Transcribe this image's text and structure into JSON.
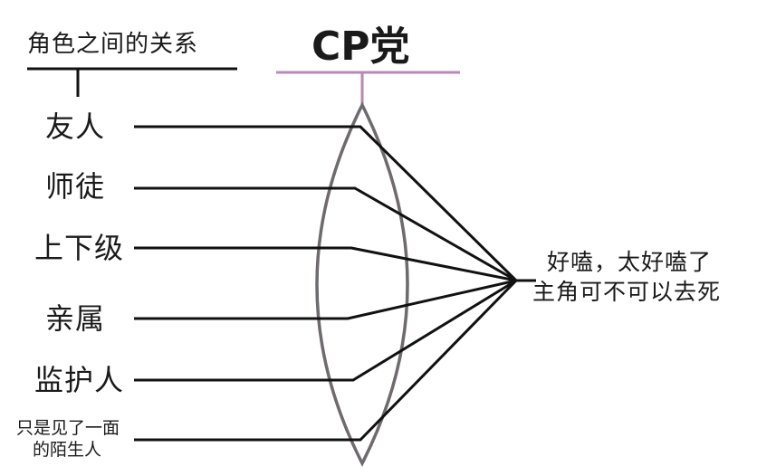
{
  "header": {
    "left_title": "角色之间的关系",
    "center_title": "CP党"
  },
  "relations": [
    {
      "id": "friends",
      "label": "友人"
    },
    {
      "id": "mentor",
      "label": "师徒"
    },
    {
      "id": "superior",
      "label": "上下级"
    },
    {
      "id": "relatives",
      "label": "亲属"
    },
    {
      "id": "guardian",
      "label": "监护人"
    },
    {
      "id": "strangers",
      "label": "只是见了一面的陌生人",
      "line1": "只是见了一面",
      "line2": "的陌生人"
    }
  ],
  "conclusion": {
    "line1": "好嗑，太好嗑了",
    "line2": "主角可不可以去死"
  },
  "colors": {
    "ink": "#111111",
    "lens": "#6e6a6e",
    "accent": "#b58ab5"
  }
}
